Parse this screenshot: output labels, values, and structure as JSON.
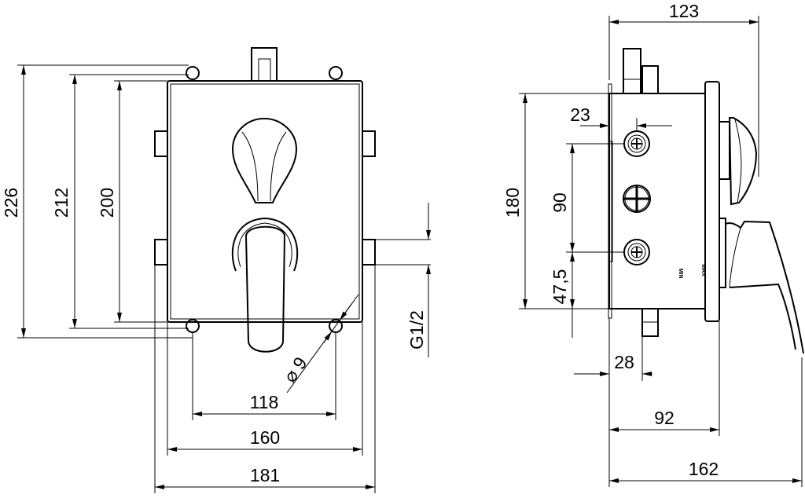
{
  "front_view": {
    "dims": {
      "height_overall": "226",
      "height_lugs": "212",
      "height_box": "200",
      "width_lugs": "118",
      "width_box": "160",
      "width_overall": "181",
      "hole_diameter": "⌀ 9",
      "thread": "G1/2"
    }
  },
  "side_view": {
    "dims": {
      "depth_overall_top": "123",
      "port_offset": "23",
      "height_body": "180",
      "port_spacing": "90",
      "port_bottom": "47,5",
      "connector_offset": "28",
      "depth_body": "92",
      "depth_overall": "162"
    },
    "markings": {
      "min": "MIN",
      "max": "MAX"
    }
  }
}
